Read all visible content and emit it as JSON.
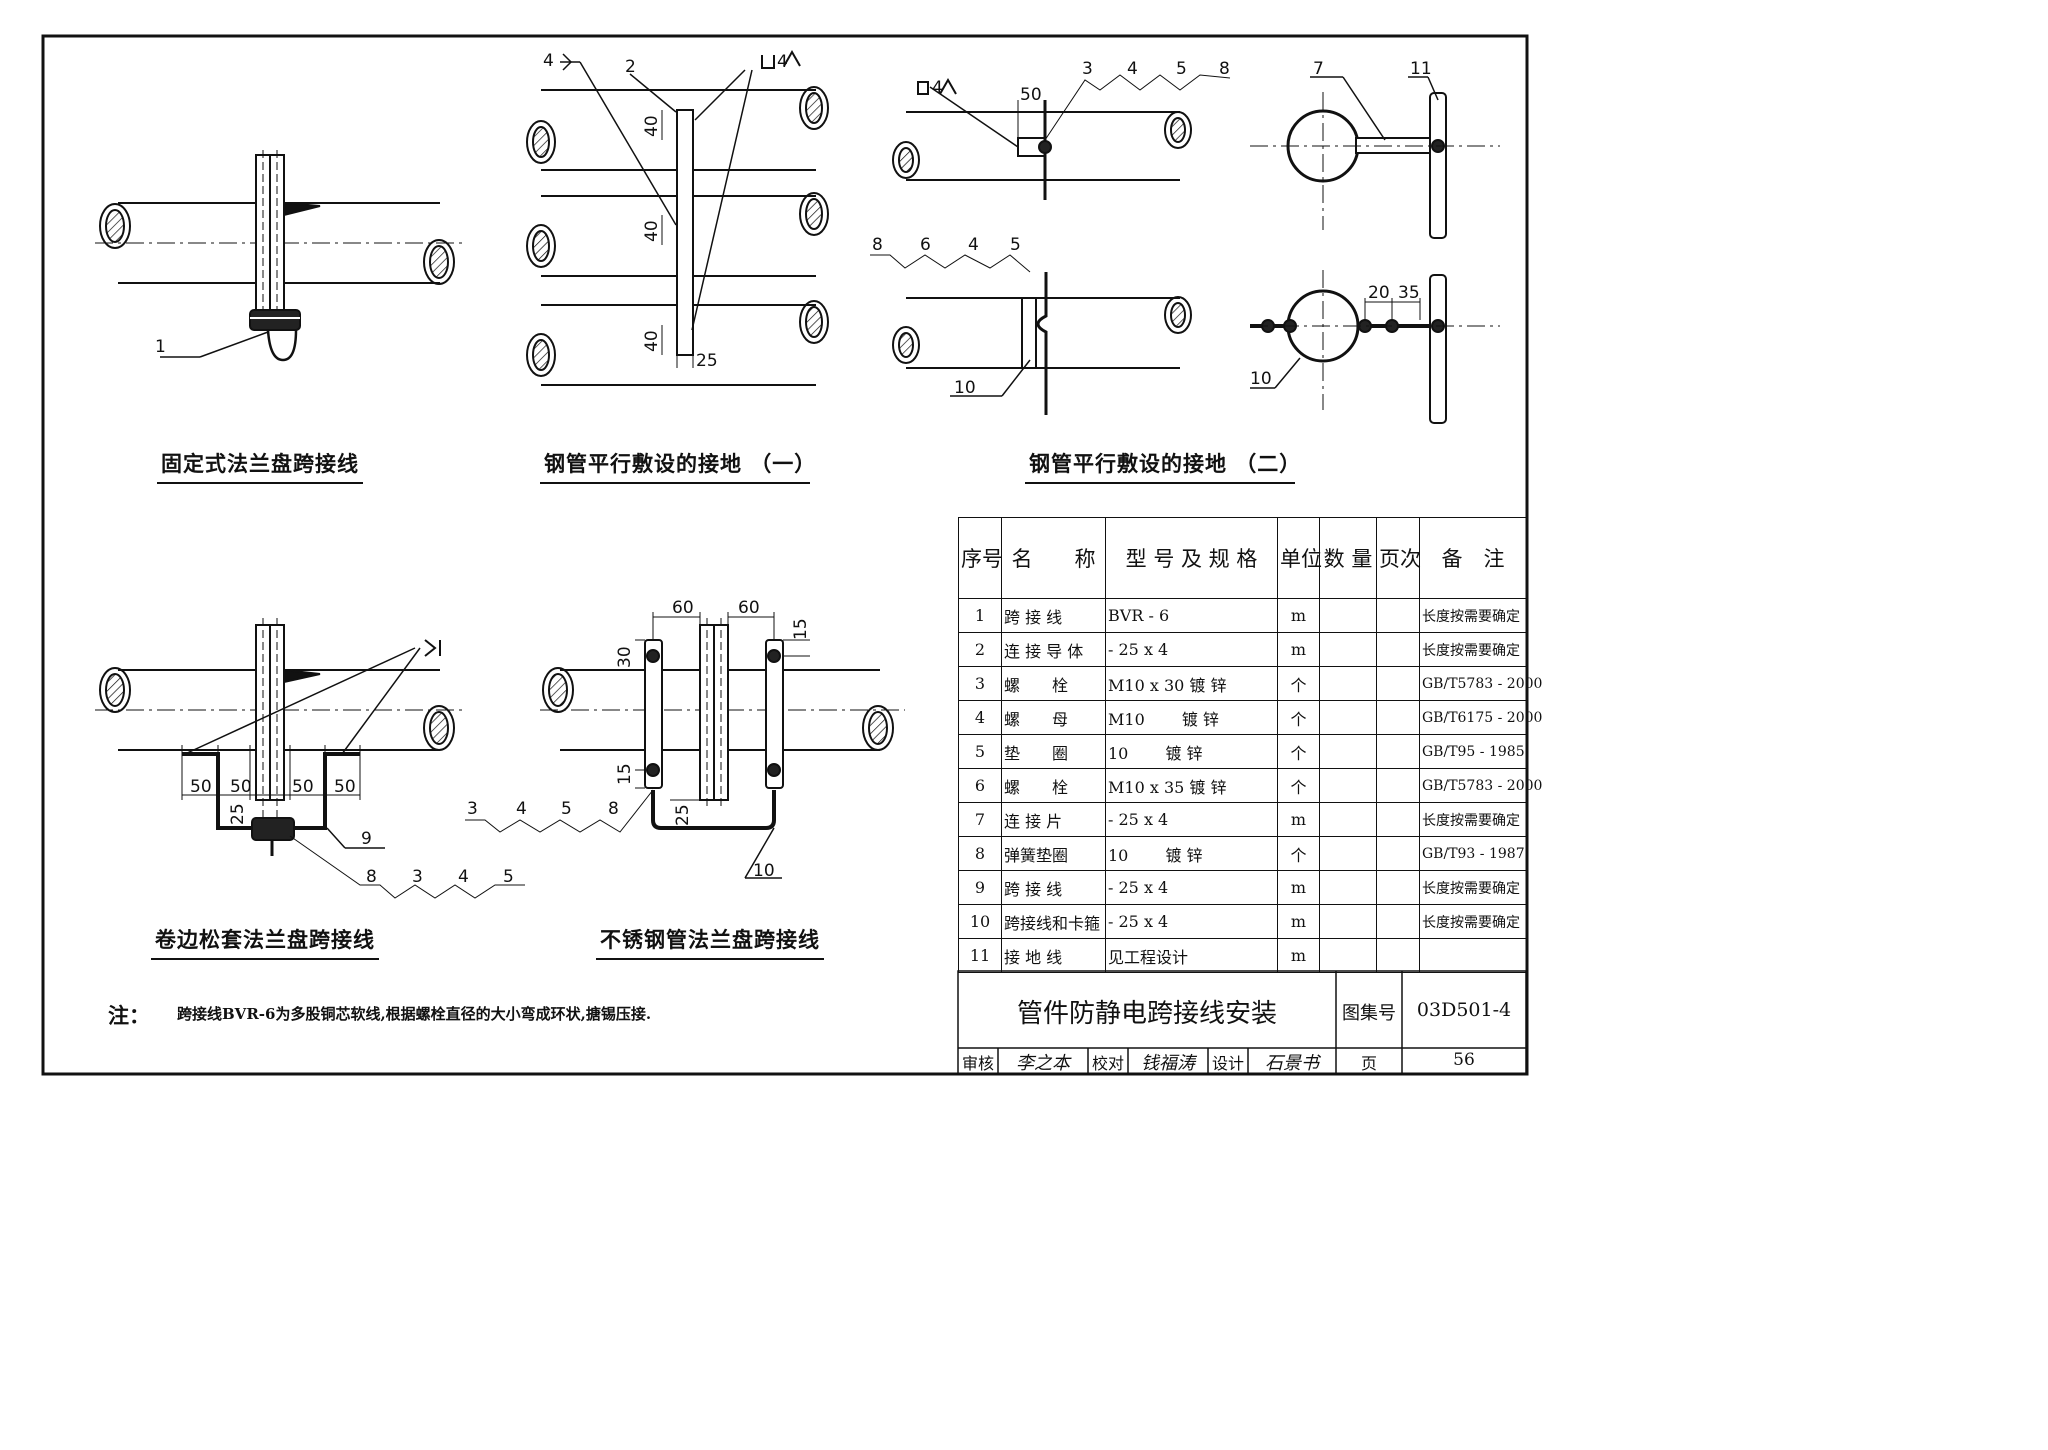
{
  "titles": {
    "fixed_flange": "固定式法兰盘跨接线",
    "parallel_1": "钢管平行敷设的接地 （一）",
    "parallel_2": "钢管平行敷设的接地 （二）",
    "loose_flange": "卷边松套法兰盘跨接线",
    "stainless_flange": "不锈钢管法兰盘跨接线"
  },
  "note": {
    "label": "注：",
    "text": "跨接线BVR-6为多股铜芯软线,根据螺栓直径的大小弯成环状,搪锡压接."
  },
  "callouts": {
    "d1": [
      "1"
    ],
    "d2": [
      "4",
      "2",
      "40",
      "40",
      "40",
      "25"
    ],
    "d3": [
      "3",
      "4",
      "5",
      "8",
      "50",
      "7",
      "11",
      "8",
      "6",
      "4",
      "5",
      "10",
      "20",
      "35",
      "10"
    ],
    "d4": [
      "50",
      "50",
      "50",
      "50",
      "25",
      "9",
      "8",
      "3",
      "4",
      "5"
    ],
    "d5": [
      "60",
      "60",
      "15",
      "30",
      "15",
      "25",
      "3",
      "4",
      "5",
      "8",
      "10"
    ],
    "weld_4": "4"
  },
  "bom": {
    "headers": [
      "序号",
      "名　　称",
      "型 号 及 规 格",
      "单位",
      "数 量",
      "页次",
      "备　注"
    ],
    "rows": [
      {
        "no": "1",
        "name": "跨 接 线",
        "spec": "BVR - 6",
        "unit": "m",
        "qty": "",
        "page": "",
        "remark": "长度按需要确定"
      },
      {
        "no": "2",
        "name": "连 接 导 体",
        "spec": "- 25 x 4",
        "unit": "m",
        "qty": "",
        "page": "",
        "remark": "长度按需要确定"
      },
      {
        "no": "3",
        "name": "螺　　栓",
        "spec": "M10 x 30 镀 锌",
        "unit": "个",
        "qty": "",
        "page": "",
        "remark": "GB/T5783 - 2000"
      },
      {
        "no": "4",
        "name": "螺　　母",
        "spec": "M10　　 镀 锌",
        "unit": "个",
        "qty": "",
        "page": "",
        "remark": "GB/T6175 - 2000"
      },
      {
        "no": "5",
        "name": "垫　　圈",
        "spec": "10　　 镀 锌",
        "unit": "个",
        "qty": "",
        "page": "",
        "remark": "GB/T95 - 1985"
      },
      {
        "no": "6",
        "name": "螺　　栓",
        "spec": "M10 x 35 镀 锌",
        "unit": "个",
        "qty": "",
        "page": "",
        "remark": "GB/T5783 - 2000"
      },
      {
        "no": "7",
        "name": "连 接 片",
        "spec": "- 25 x 4",
        "unit": "m",
        "qty": "",
        "page": "",
        "remark": "长度按需要确定"
      },
      {
        "no": "8",
        "name": "弹簧垫圈",
        "spec": "10　　 镀 锌",
        "unit": "个",
        "qty": "",
        "page": "",
        "remark": "GB/T93 - 1987"
      },
      {
        "no": "9",
        "name": "跨 接 线",
        "spec": "- 25 x 4",
        "unit": "m",
        "qty": "",
        "page": "",
        "remark": "长度按需要确定"
      },
      {
        "no": "10",
        "name": "跨接线和卡箍",
        "spec": "- 25 x 4",
        "unit": "m",
        "qty": "",
        "page": "",
        "remark": "长度按需要确定"
      },
      {
        "no": "11",
        "name": "接 地 线",
        "spec": "见工程设计",
        "unit": "m",
        "qty": "",
        "page": "",
        "remark": ""
      }
    ]
  },
  "title_block": {
    "drawing_title": "管件防静电跨接线安装",
    "atlas_label": "图集号",
    "atlas_no": "03D501-4",
    "review_label": "审核",
    "check_label": "校对",
    "design_label": "设计",
    "page_label": "页",
    "page_no": "56",
    "sig_review": "李之本",
    "sig_check": "钱福涛",
    "sig_design": "石景书"
  }
}
